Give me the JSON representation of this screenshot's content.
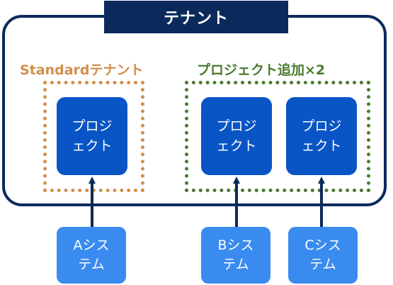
{
  "tenant": {
    "title": "テナント"
  },
  "groups": {
    "standard": {
      "label": "Standardテナント"
    },
    "additional": {
      "label": "プロジェクト追加×2"
    }
  },
  "projects": [
    {
      "line1": "プロジ",
      "line2": "ェクト"
    },
    {
      "line1": "プロジ",
      "line2": "ェクト"
    },
    {
      "line1": "プロジ",
      "line2": "ェクト"
    }
  ],
  "systems": [
    {
      "line1": "Aシス",
      "line2": "テム"
    },
    {
      "line1": "Bシス",
      "line2": "テム"
    },
    {
      "line1": "Cシス",
      "line2": "テム"
    }
  ],
  "colors": {
    "tenant": "#0b2a5b",
    "standard": "#d28f4a",
    "additional": "#4a7a30",
    "project": "#0a55c6",
    "system": "#3a8bf0"
  }
}
